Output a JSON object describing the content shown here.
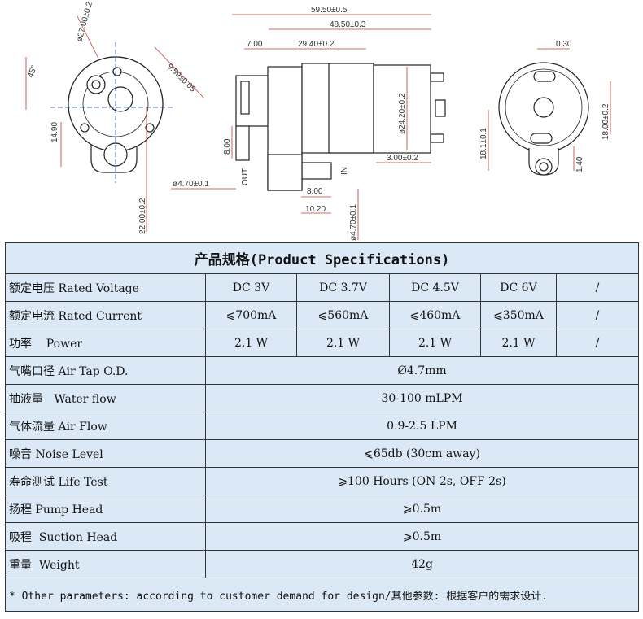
{
  "drawing": {
    "dims": {
      "diameter_27": "ø27.00±0.2",
      "angle_45": "45°",
      "r_959": "9.59±0.05",
      "d_1490": "14.90",
      "d_2200": "22.00±0.2",
      "d_5950": "59.50±0.5",
      "d_4850": "48.50±0.3",
      "d_700": "7.00",
      "d_2940": "29.40±0.2",
      "d_800v": "8.00",
      "d_2420": "ø24.20±0.2",
      "d_300": "3.00±0.2",
      "d_470h": "ø4.70±0.1",
      "d_800h": "8.00",
      "d_1020": "10.20",
      "d_470v": "ø4.70±0.1",
      "d_030": "0.30",
      "d_1800": "18.00±0.2",
      "d_181": "18.1±0.1",
      "d_140": "1.40"
    },
    "labels": {
      "out": "OUT",
      "in": "IN"
    }
  },
  "spec": {
    "title": "产品规格(Product Specifications)",
    "rows": [
      {
        "label": "额定电压 Rated Voltage",
        "values": [
          "DC 3V",
          "DC 3.7V",
          "DC 4.5V",
          "DC 6V",
          "/"
        ]
      },
      {
        "label": "额定电流 Rated Current",
        "values": [
          "⩽700mA",
          "⩽560mA",
          "⩽460mA",
          "⩽350mA",
          "/"
        ]
      },
      {
        "label": "功率    Power",
        "values": [
          "2.1 W",
          "2.1 W",
          "2.1 W",
          "2.1 W",
          "/"
        ]
      },
      {
        "label": "气嘴口径 Air Tap O.D.",
        "value": "Ø4.7mm"
      },
      {
        "label": "抽液量   Water flow",
        "value": "30-100 mLPM"
      },
      {
        "label": "气体流量 Air Flow",
        "value": "0.9-2.5 LPM"
      },
      {
        "label": "噪音 Noise Level",
        "value": "⩽65db (30cm away)"
      },
      {
        "label": "寿命测试 Life Test",
        "value": "⩾100 Hours (ON 2s, OFF 2s)"
      },
      {
        "label": "扬程 Pump Head",
        "value": "⩾0.5m"
      },
      {
        "label": "吸程  Suction Head",
        "value": "⩾0.5m"
      },
      {
        "label": "重量  Weight",
        "value": "42g"
      }
    ],
    "note": "* Other parameters: according to customer demand for design/其他参数: 根据客户的需求设计."
  }
}
